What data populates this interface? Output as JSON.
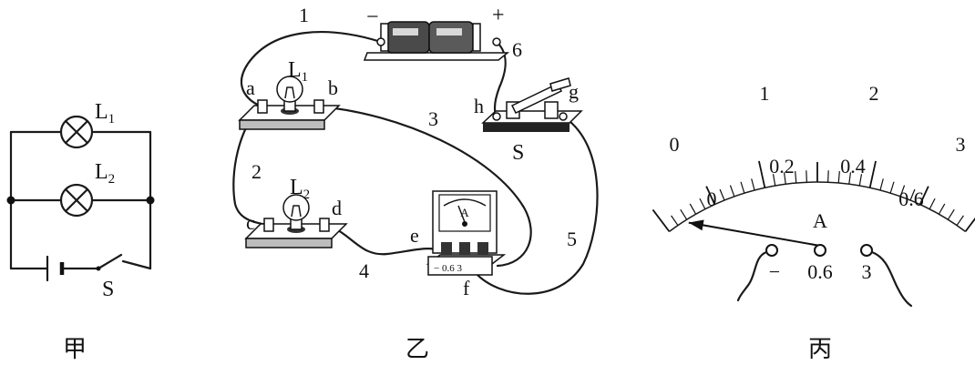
{
  "panels": {
    "jia": {
      "caption": "甲",
      "lamp_top": "L",
      "lamp_top_sub": "1",
      "lamp_bottom": "L",
      "lamp_bottom_sub": "2",
      "switch_label": "S"
    },
    "yi": {
      "caption": "乙",
      "battery_minus": "−",
      "battery_plus": "+",
      "lamp1": "L",
      "lamp1_sub": "1",
      "lamp2": "L",
      "lamp2_sub": "2",
      "switch_label": "S",
      "ammeter_letter": "A",
      "ammeter_terminals": "−  0.6  3",
      "terminals": {
        "a": "a",
        "b": "b",
        "c": "c",
        "d": "d",
        "e": "e",
        "f": "f",
        "g": "g",
        "h": "h"
      },
      "wires": {
        "w1": "1",
        "w2": "2",
        "w3": "3",
        "w4": "4",
        "w5": "5",
        "w6": "6"
      }
    },
    "bing": {
      "caption": "丙",
      "scale_outer": [
        "0",
        "1",
        "2",
        "3"
      ],
      "scale_inner": [
        "0",
        "0.2",
        "0.4",
        "0.6"
      ],
      "meter_letter": "A",
      "terminal_labels": [
        "−",
        "0.6",
        "3"
      ],
      "pointer_reading": 0.04
    }
  }
}
